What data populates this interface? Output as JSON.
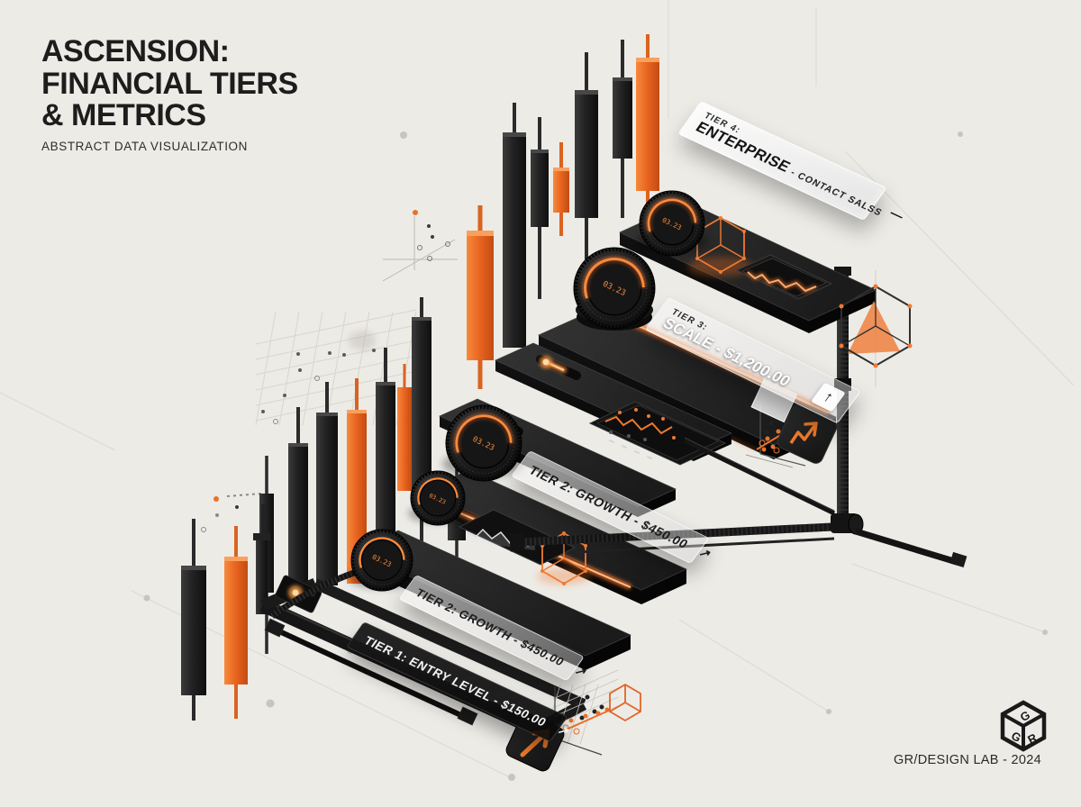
{
  "poster": {
    "title_lines": [
      "ASCENSION:",
      "FINANCIAL TIERS",
      "& METRICS"
    ],
    "subtitle": "ABSTRACT DATA VISUALIZATION",
    "credit": "GR/DESIGN LAB - 2024",
    "logo": {
      "letter_top": "G",
      "letter_left": "G",
      "letter_right": "R"
    }
  },
  "tiers": {
    "tier4": {
      "prefix": "TIER 4:",
      "name": "ENTERPRISE",
      "detail": "- CONTACT SALSS",
      "dash": "—"
    },
    "tier3": {
      "prefix": "TIER 3:",
      "name": "SCALE - $1,200.00",
      "arrow": "↑"
    },
    "tier2_upper": {
      "label": "TIER 2: GROWTH - $450.00",
      "arrow": "↗"
    },
    "tier2_lower": {
      "label": "TIER 2: GROWTH - $450.00",
      "arrow": "↗"
    },
    "tier1": {
      "label": "TIER 1: ENTRY LEVEL - $150.00",
      "arrow": "↗"
    }
  },
  "dials": {
    "readout": "03.23"
  },
  "colors": {
    "background": "#EDEBE6",
    "ink": "#1D1D1D",
    "accent_orange": "#F0701F",
    "dark_slab": "#161616",
    "glass": "#F7F7F6"
  }
}
